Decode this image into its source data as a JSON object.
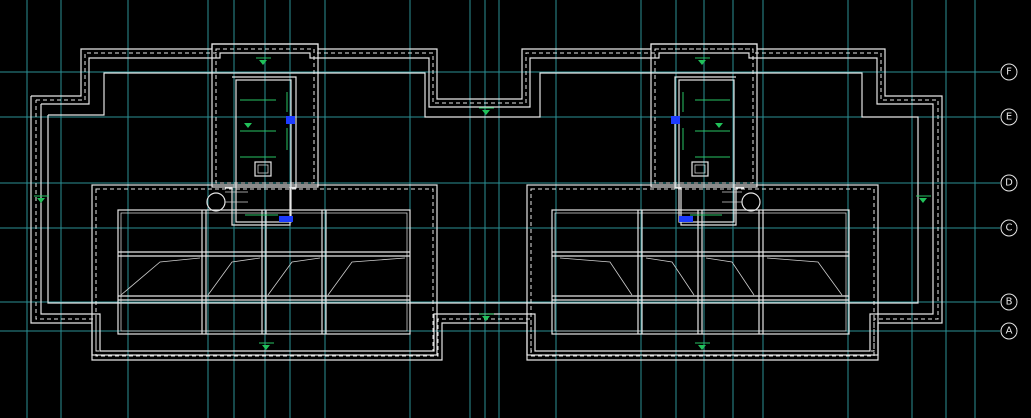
{
  "axes": [
    "F",
    "E",
    "D",
    "C",
    "B",
    "A"
  ],
  "colors": {
    "background": "#000000",
    "grid": "#2b8f94",
    "wall": "#e6e6e6",
    "level_marker": "#21c15a",
    "door_marker": "#1d3cff"
  },
  "icons": [
    "level-triangle",
    "slope-arrow",
    "door-marker",
    "drain-circle"
  ]
}
